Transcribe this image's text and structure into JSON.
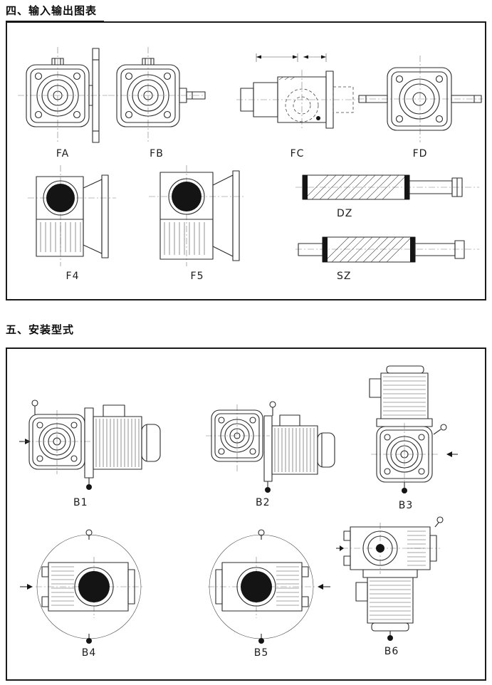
{
  "colors": {
    "background": "#ffffff",
    "line": "#2b2b2b",
    "border": "#1a1a1a",
    "fill_dark": "#141414"
  },
  "sections": [
    {
      "id": "io",
      "title": "四、输入输出图表",
      "figures": [
        {
          "label": "FA"
        },
        {
          "label": "FB"
        },
        {
          "label": "FC"
        },
        {
          "label": "FD"
        },
        {
          "label": "F4"
        },
        {
          "label": "F5"
        },
        {
          "label": "DZ"
        },
        {
          "label": "SZ"
        }
      ]
    },
    {
      "id": "mounting",
      "title": "五、安装型式",
      "figures": [
        {
          "label": "B1"
        },
        {
          "label": "B2"
        },
        {
          "label": "B3"
        },
        {
          "label": "B4"
        },
        {
          "label": "B5"
        },
        {
          "label": "B6"
        }
      ]
    }
  ]
}
